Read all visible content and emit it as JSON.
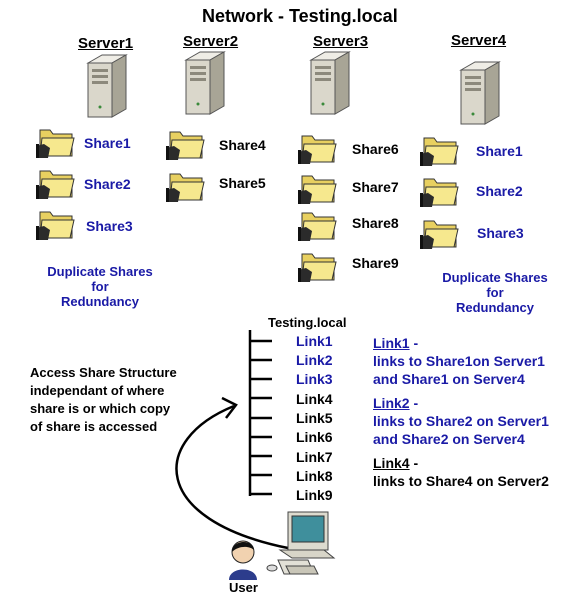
{
  "title": "Network - Testing.local",
  "servers": [
    {
      "label": "Server1",
      "shares": [
        "Share1",
        "Share2",
        "Share3"
      ]
    },
    {
      "label": "Server2",
      "shares": [
        "Share4",
        "Share5"
      ]
    },
    {
      "label": "Server3",
      "shares": [
        "Share6",
        "Share7",
        "Share8",
        "Share9"
      ]
    },
    {
      "label": "Server4",
      "shares": [
        "Share1",
        "Share2",
        "Share3"
      ]
    }
  ],
  "notes": {
    "left": [
      "Duplicate Shares",
      "for",
      "Redundancy"
    ],
    "right": [
      "Duplicate Shares",
      "for",
      "Redundancy"
    ]
  },
  "tree": {
    "root": "Testing.local",
    "links": [
      "Link1",
      "Link2",
      "Link3",
      "Link4",
      "Link5",
      "Link6",
      "Link7",
      "Link8",
      "Link9"
    ]
  },
  "descriptions": [
    {
      "name": "Link1",
      "suffix": "-",
      "lines": [
        "links to Share1on Server1",
        "and Share1 on Server4"
      ]
    },
    {
      "name": "Link2",
      "suffix": "-",
      "lines": [
        "links to Share2 on Server1",
        "and Share2 on Server4"
      ]
    },
    {
      "name": "Link4",
      "suffix": "-",
      "lines": [
        "links to Share4 on Server2"
      ]
    }
  ],
  "access_text": [
    "Access Share Structure",
    "independant of where",
    "share is or which copy",
    "of share is accessed"
  ],
  "user_label": "User",
  "colors": {
    "blue": "#1a1aa6",
    "folder": "#f5e27a",
    "server": "#d8d5c8"
  }
}
